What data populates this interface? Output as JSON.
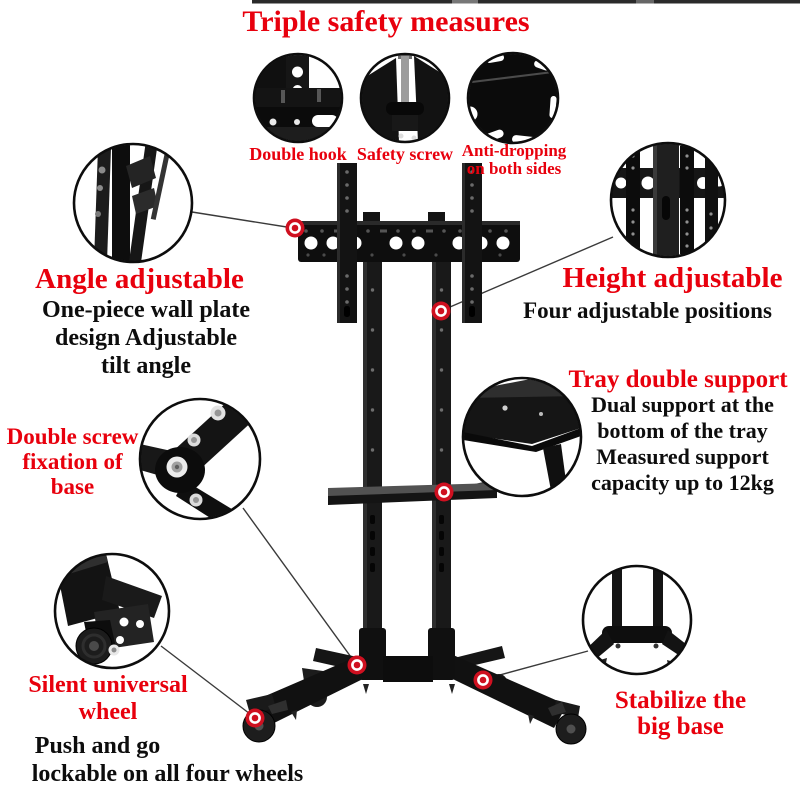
{
  "title": "Triple safety measures",
  "colors": {
    "accent_red": "#e8000d",
    "hotspot_red": "#cf1020",
    "text_black": "#0d0d0d"
  },
  "top_callouts": [
    {
      "label": "Double hook",
      "icon": "bracket-double-hook-photo"
    },
    {
      "label": "Safety screw",
      "icon": "bracket-safety-screw-photo"
    },
    {
      "label": "Anti-dropping\non both sides",
      "icon": "anti-drop-plate-photo"
    }
  ],
  "features": {
    "angle": {
      "heading": "Angle adjustable",
      "body": "One-piece wall plate\ndesign Adjustable\ntilt angle"
    },
    "height": {
      "heading": "Height adjustable",
      "body": "Four adjustable positions"
    },
    "tray": {
      "heading": "Tray double support",
      "body": "Dual support at the\nbottom of the tray\nMeasured support\ncapacity up to 12kg"
    },
    "double_screw": {
      "heading": "Double screw\nfixation of\nbase"
    },
    "wheel": {
      "heading": "Silent universal\nwheel",
      "body_line1": "Push and go",
      "body_line2": "lockable on all four wheels"
    },
    "stabilize": {
      "heading": "Stabilize the\nbig base"
    }
  }
}
